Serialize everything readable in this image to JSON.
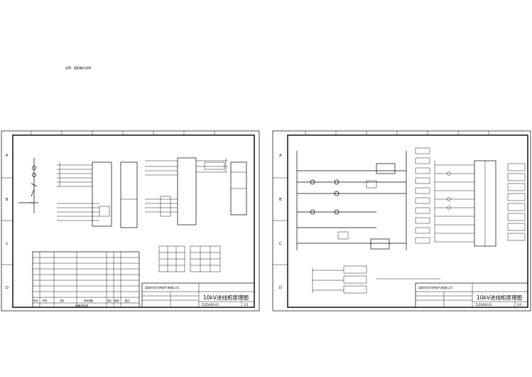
{
  "top_note": "说明：图纸编号说明",
  "left_sheet": {
    "title": "10kV进线柜原理图",
    "company": "深圳市华力特电气有限公司",
    "drawing_no": "TLZ0400-01",
    "sheet_no": "1/2",
    "bottom_label": "设备材料表",
    "row_labels": [
      "A",
      "B",
      "C",
      "D"
    ],
    "table_header": [
      "序号",
      "符号",
      "名称",
      "型号规格",
      "单位",
      "数量",
      "备注"
    ]
  },
  "right_sheet": {
    "title": "10kV进线柜原理图",
    "company": "深圳市华力特电气有限公司",
    "drawing_no": "TLZ0400-01",
    "sheet_no": "2/2",
    "row_labels": [
      "A",
      "B",
      "C",
      "D"
    ]
  }
}
